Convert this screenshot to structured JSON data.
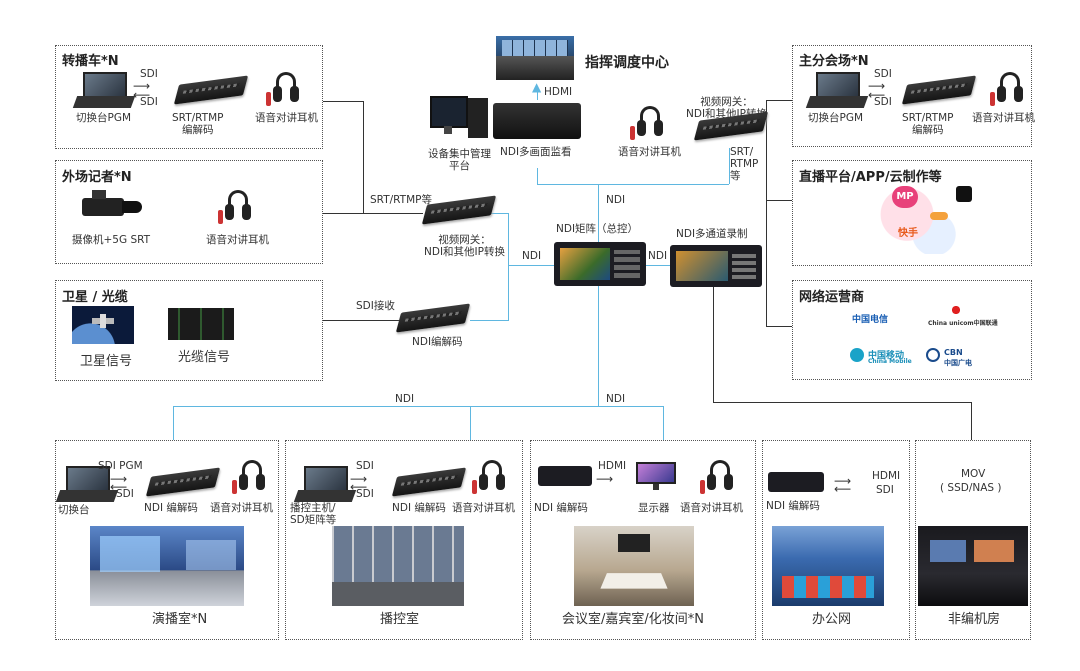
{
  "center": {
    "command_center": "指挥调度中心",
    "hdmi": "HDMI",
    "mgmt_line1": "设备集中管理",
    "mgmt_line2": "平台",
    "multiview": "NDI多画面监看",
    "matrix": "NDI矩阵（总控）",
    "recorder": "NDI多通道录制",
    "ndi": "NDI",
    "gw_line1": "视频网关：",
    "gw_line2": "NDI和其他IP转换",
    "srt_rtmp_etc": "SRT/RTMP等",
    "sdi_receive": "SDI接收",
    "ndi_codec": "NDI编解码",
    "intercom": "语音对讲耳机",
    "srt1": "SRT/",
    "srt2": "RTMP",
    "srt3": "等"
  },
  "ob_van": {
    "title": "转播车*N",
    "sdi_top": "SDI",
    "sdi_bottom": "SDI",
    "switcher": "切换台PGM",
    "codec_line1": "SRT/RTMP",
    "codec_line2": "编解码",
    "intercom": "语音对讲耳机"
  },
  "reporter": {
    "title": "外场记者*N",
    "camera": "摄像机+5G SRT",
    "intercom": "语音对讲耳机"
  },
  "satellite": {
    "title": "卫星 / 光缆",
    "sat_signal": "卫星信号",
    "fiber_signal": "光缆信号"
  },
  "branch": {
    "title": "主分会场*N",
    "sdi_top": "SDI",
    "sdi_bottom": "SDI",
    "switcher": "切换台PGM",
    "codec_line1": "SRT/RTMP",
    "codec_line2": "编解码",
    "intercom": "语音对讲耳机"
  },
  "platform": {
    "title": "直播平台/APP/云制作等",
    "mp": "MP",
    "kuaishou": "快手"
  },
  "operator": {
    "title": "网络运营商",
    "telecom": "中国电信",
    "unicom": "China unicom中国联通",
    "mobile": "中国移动",
    "mobile_en": "China Mobile",
    "cbn": "CBN",
    "cbn_cn": "中国广电"
  },
  "bottom": {
    "ndi_left": "NDI",
    "ndi_right": "NDI",
    "studio": {
      "title": "演播室*N",
      "sdi_pgm": "SDI PGM",
      "sdi": "SDI",
      "switcher": "切换台",
      "codec": "NDI 编解码",
      "intercom": "语音对讲耳机"
    },
    "control": {
      "title": "播控室",
      "sdi_top": "SDI",
      "sdi_bottom": "SDI",
      "host_line1": "播控主机/",
      "host_line2": "SD矩阵等",
      "codec": "NDI 编解码",
      "intercom": "语音对讲耳机"
    },
    "meeting": {
      "title": "会议室/嘉宾室/化妆间*N",
      "hdmi": "HDMI",
      "codec": "NDI 编解码",
      "display": "显示器",
      "intercom": "语音对讲耳机"
    },
    "office": {
      "title": "办公网",
      "hdmi": "HDMI",
      "sdi": "SDI",
      "codec": "NDI 编解码"
    },
    "edit": {
      "title": "非编机房",
      "mov": "MOV",
      "storage": "( SSD/NAS )"
    }
  },
  "colors": {
    "line_dark": "#333333",
    "line_blue": "#5fb7e0",
    "border": "#555555"
  }
}
